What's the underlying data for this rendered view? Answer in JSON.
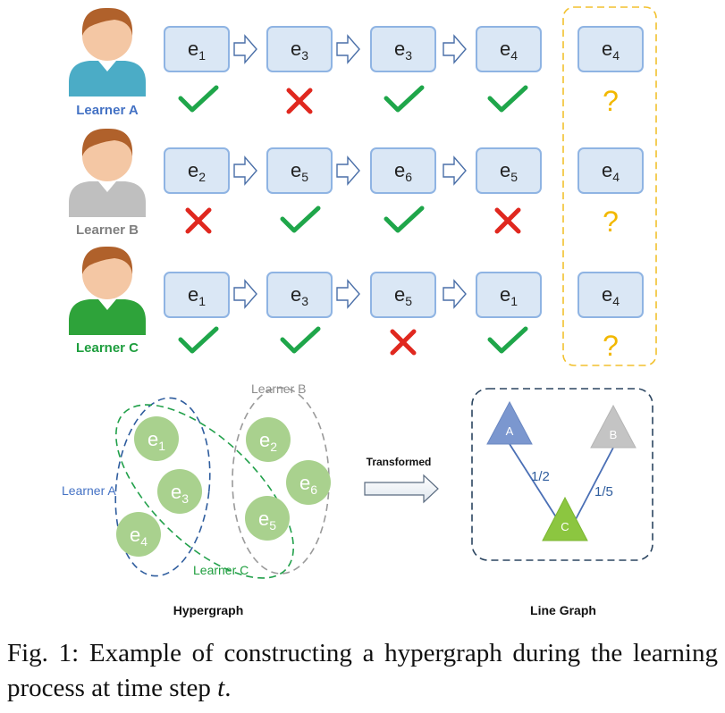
{
  "learners": [
    {
      "name": "Learner A",
      "color": "#4472c4",
      "shirt": "#4bacc6",
      "sequence": [
        {
          "label": "e",
          "sub": "1",
          "result": "correct"
        },
        {
          "label": "e",
          "sub": "3",
          "result": "wrong"
        },
        {
          "label": "e",
          "sub": "3",
          "result": "correct"
        },
        {
          "label": "e",
          "sub": "4",
          "result": "correct"
        }
      ],
      "next": {
        "label": "e",
        "sub": "4",
        "result": "?"
      }
    },
    {
      "name": "Learner B",
      "color": "#808080",
      "shirt": "#bfbfbf",
      "sequence": [
        {
          "label": "e",
          "sub": "2",
          "result": "wrong"
        },
        {
          "label": "e",
          "sub": "5",
          "result": "correct"
        },
        {
          "label": "e",
          "sub": "6",
          "result": "correct"
        },
        {
          "label": "e",
          "sub": "5",
          "result": "wrong"
        }
      ],
      "next": {
        "label": "e",
        "sub": "4",
        "result": "?"
      }
    },
    {
      "name": "Learner C",
      "color": "#1e9e3e",
      "shirt": "#2ea33a",
      "sequence": [
        {
          "label": "e",
          "sub": "1",
          "result": "correct"
        },
        {
          "label": "e",
          "sub": "3",
          "result": "correct"
        },
        {
          "label": "e",
          "sub": "5",
          "result": "wrong"
        },
        {
          "label": "e",
          "sub": "1",
          "result": "correct"
        }
      ],
      "next": {
        "label": "e",
        "sub": "4",
        "result": "?"
      }
    }
  ],
  "hypergraph": {
    "title": "Hypergraph",
    "edge_labels": {
      "a": "Learner A",
      "b": "Learner B",
      "c": "Learner C"
    },
    "nodes": [
      {
        "label": "e",
        "sub": "1"
      },
      {
        "label": "e",
        "sub": "3"
      },
      {
        "label": "e",
        "sub": "4"
      },
      {
        "label": "e",
        "sub": "2"
      },
      {
        "label": "e",
        "sub": "6"
      },
      {
        "label": "e",
        "sub": "5"
      }
    ]
  },
  "transform_label": "Transformed",
  "line_graph": {
    "title": "Line Graph",
    "nodes": {
      "a": "A",
      "b": "B",
      "c": "C"
    },
    "edge_weights": {
      "ac": "1/2",
      "bc": "1/5"
    }
  },
  "caption": {
    "text": "Fig. 1: Example of constructing a hypergraph during the learning process at time step",
    "variable": "t",
    "end": "."
  },
  "colors": {
    "box_fill": "#dae7f5",
    "box_stroke": "#8fb4e3",
    "check": "#1fa64a",
    "cross": "#e0281f",
    "question": "#f2b800",
    "node_fill": "#a9d18e",
    "skin": "#f4c7a4",
    "hair": "#b0612b"
  }
}
